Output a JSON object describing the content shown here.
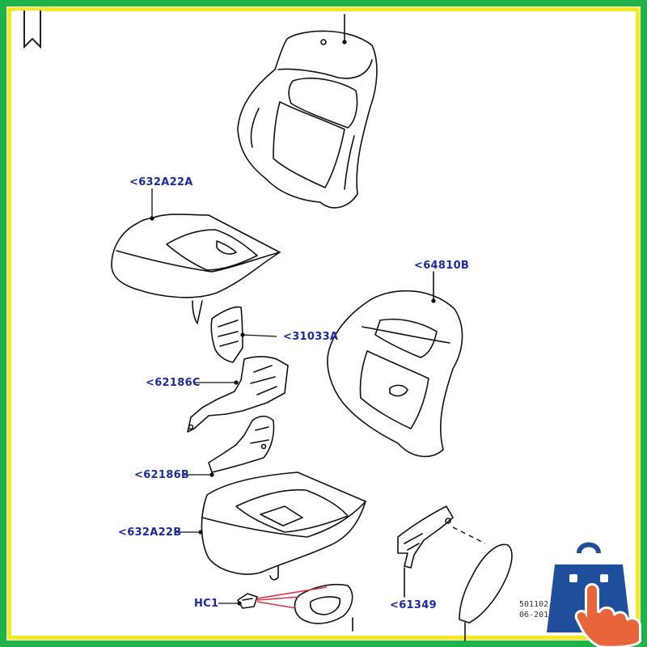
{
  "colors": {
    "outer_border": "#20b24a",
    "inner_border": "#f2ea1c",
    "label": "#1a2aa8",
    "line": "#111111",
    "leader_red": "#d9334a",
    "badge_blue": "#1f4e9c",
    "badge_hand": "#e8643a"
  },
  "labels": {
    "seat_cushion_pad_upper": "<632A22A",
    "side_shield": "<31033A",
    "backrest_pad": "<64810B",
    "trim_bracket_c": "<62186C",
    "trim_bracket_b": "<62186B",
    "seat_cushion_pad_lower": "<632A22B",
    "clip": "HC1",
    "recliner_cover": "<61349"
  },
  "reference": {
    "code": "501102",
    "date": "06-201"
  },
  "icons": {
    "bookmark": "bookmark-icon",
    "shop_badge": "shopping-bag-icon",
    "hand": "hand-pointer-icon"
  }
}
